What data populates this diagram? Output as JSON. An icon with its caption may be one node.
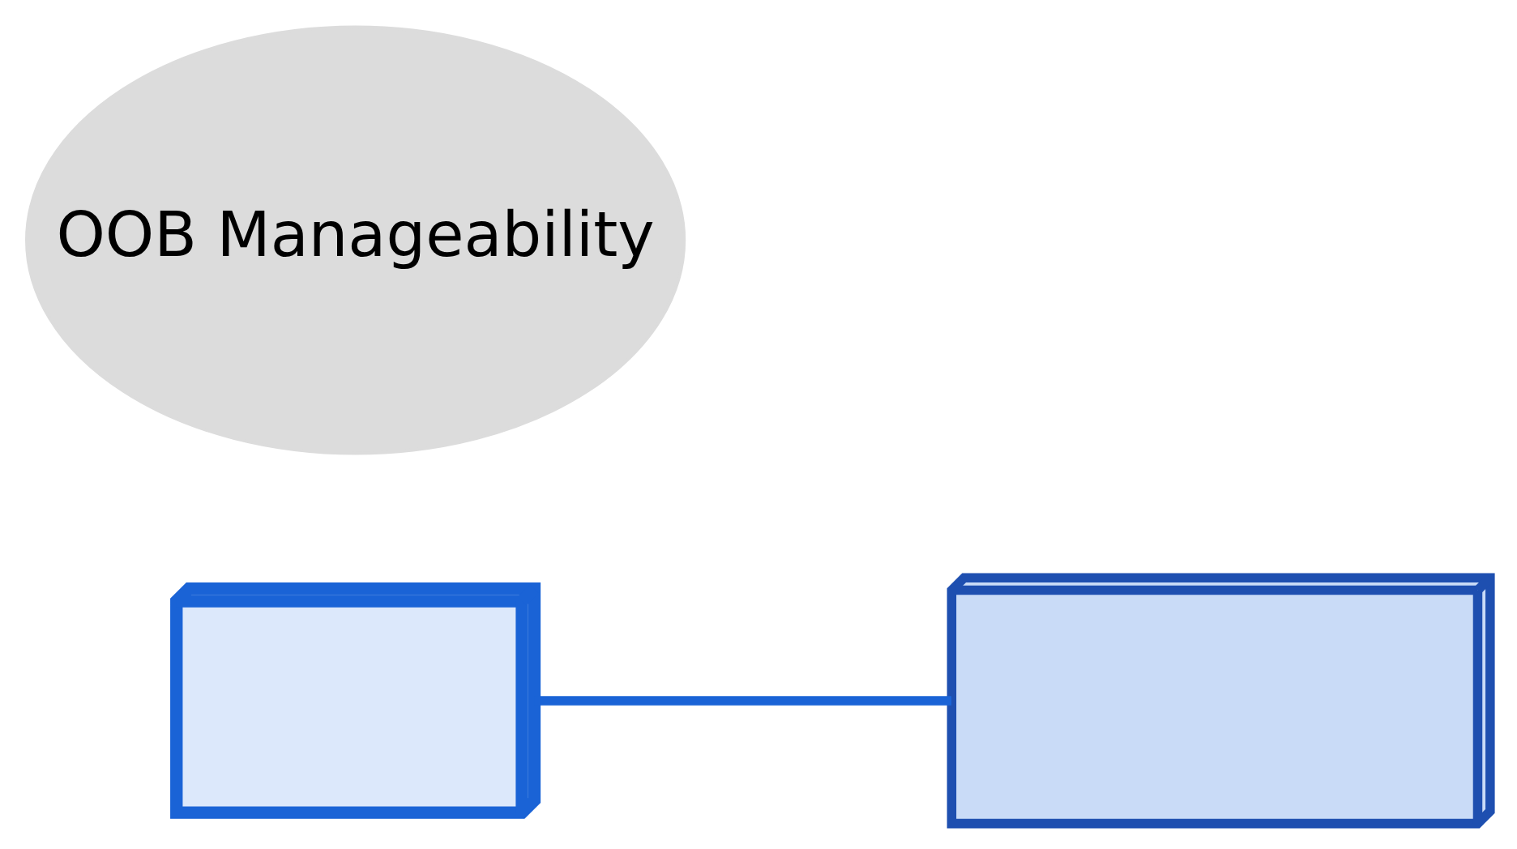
{
  "diagram": {
    "nodes": [
      {
        "text": [],
        "shape": "picture"
      },
      {
        "text": [
          "OOB Manageability"
        ]
      },
      {
        "text": [],
        "shape": "picture"
      }
    ],
    "edges": [
      {
        "from": 0,
        "to": 2,
        "arrow": "none"
      }
    ]
  }
}
